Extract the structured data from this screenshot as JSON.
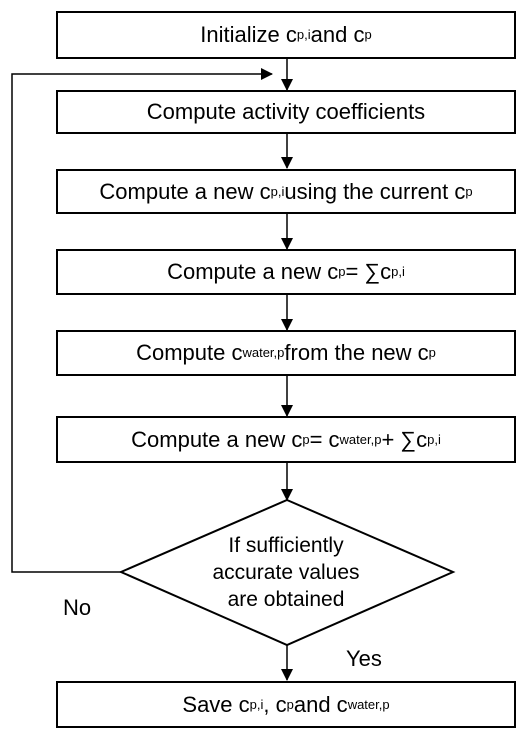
{
  "steps": [
    {
      "id": "init",
      "parts": [
        {
          "t": "Initialize c"
        },
        {
          "sub": "p,i"
        },
        {
          "t": " and c"
        },
        {
          "sub": "p"
        }
      ]
    },
    {
      "id": "activity",
      "parts": [
        {
          "t": "Compute activity coefficients"
        }
      ]
    },
    {
      "id": "new-cpi",
      "parts": [
        {
          "t": "Compute a new c"
        },
        {
          "sub": "p,i"
        },
        {
          "t": " using the current c"
        },
        {
          "sub": "p"
        }
      ]
    },
    {
      "id": "new-cp-sum",
      "parts": [
        {
          "t": "Compute a new c"
        },
        {
          "sub": "p"
        },
        {
          "t": " = ∑c"
        },
        {
          "sub": "p,i"
        }
      ]
    },
    {
      "id": "cwater",
      "parts": [
        {
          "t": "Compute c"
        },
        {
          "sub": "water,p"
        },
        {
          "t": "from the new c"
        },
        {
          "sub": "p"
        }
      ]
    },
    {
      "id": "new-cp-water",
      "parts": [
        {
          "t": "Compute a new c"
        },
        {
          "sub": "p"
        },
        {
          "t": " = c"
        },
        {
          "sub": "water,p"
        },
        {
          "t": " + ∑c"
        },
        {
          "sub": "p,i"
        }
      ]
    }
  ],
  "decision": {
    "lines": [
      "If sufficiently",
      "accurate values",
      "are obtained"
    ],
    "no_label": "No",
    "yes_label": "Yes"
  },
  "final_step": {
    "id": "save",
    "parts": [
      {
        "t": "Save c"
      },
      {
        "sub": "p,i"
      },
      {
        "t": ", c"
      },
      {
        "sub": "p"
      },
      {
        "t": " and c"
      },
      {
        "sub": "water,p"
      }
    ]
  },
  "colors": {
    "stroke": "#000000",
    "fill": "#ffffff"
  }
}
